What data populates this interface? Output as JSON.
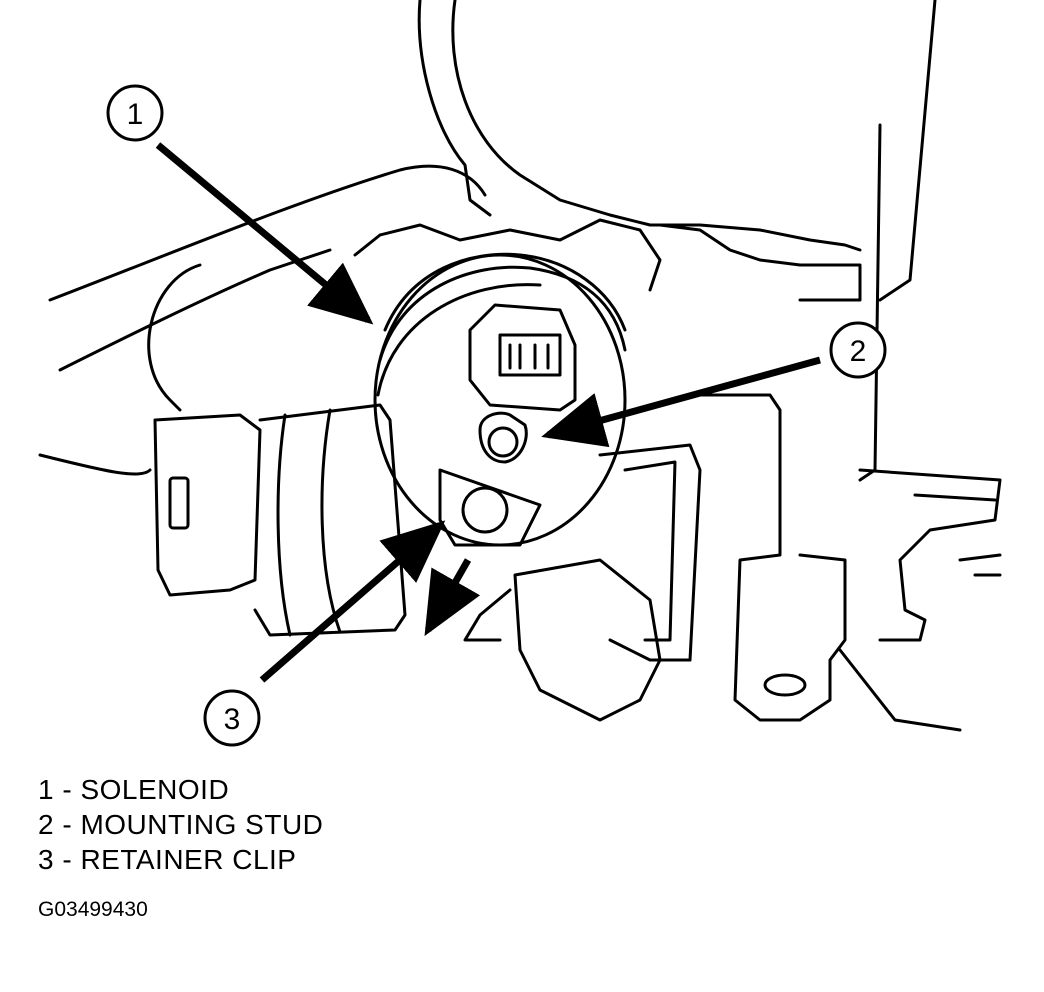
{
  "callouts": [
    {
      "number": "1"
    },
    {
      "number": "2"
    },
    {
      "number": "3"
    }
  ],
  "legend": [
    {
      "text": "1 - SOLENOID"
    },
    {
      "text": "2 - MOUNTING STUD"
    },
    {
      "text": "3 - RETAINER CLIP"
    }
  ],
  "figure_id": "G03499430"
}
